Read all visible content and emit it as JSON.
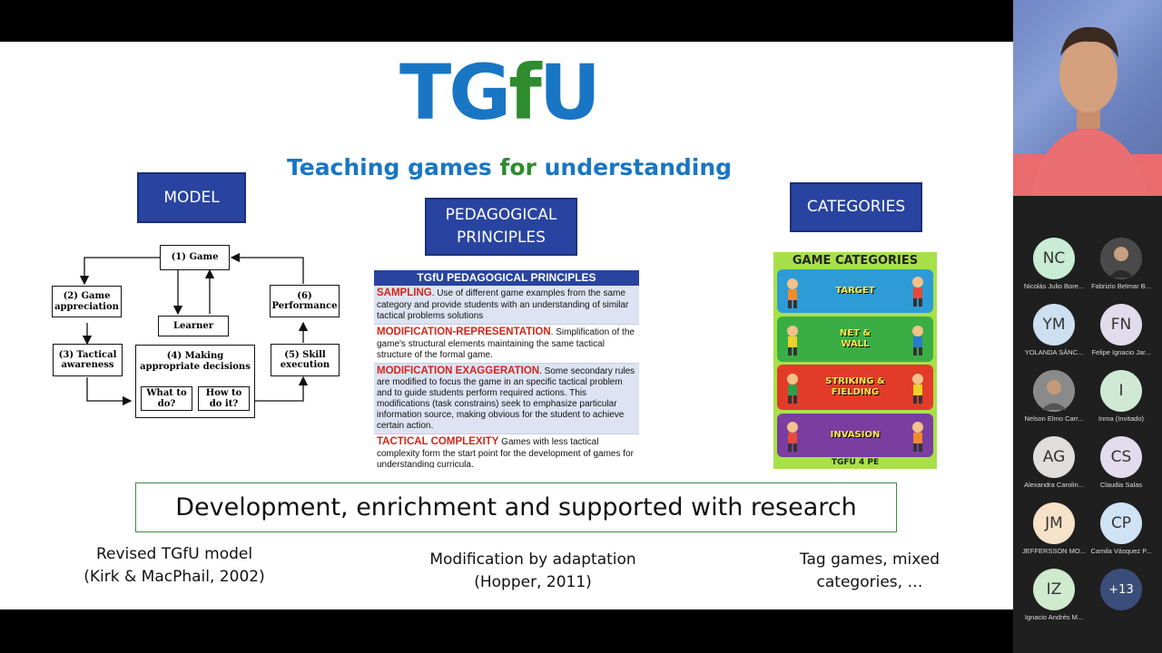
{
  "slide": {
    "logo": {
      "t1": "TG",
      "f": "f",
      "t2": "U",
      "colors": {
        "blue": "#1976c4",
        "green": "#2e8b2e"
      }
    },
    "subtitle": {
      "p1": "Teaching games ",
      "p2": "for ",
      "p3": "understanding"
    },
    "model_label": "MODEL",
    "pedagogical_label": "PEDAGOGICAL PRINCIPLES",
    "categories_label": "CATEGORIES",
    "model_diagram": {
      "game": "(1) Game",
      "appreciation": "(2) Game appreciation",
      "tactical": "(3) Tactical awareness",
      "decisions": "(4) Making appropriate decisions",
      "what": "What to do?",
      "how": "How to do it?",
      "skill": "(5) Skill execution",
      "performance": "(6) Performance",
      "learner": "Learner"
    },
    "principles": {
      "title": "TGfU PEDAGOGICAL PRINCIPLES",
      "sampling_key": "SAMPLING",
      "sampling_text": ". Use of different game examples from the same category and provide students with an understanding of similar tactical problems solutions",
      "modrep_key": "MODIFICATION-REPRESENTATION",
      "modrep_text": ". Simplification of the game's structural elements maintaining the same tactical structure of the formal game.",
      "modex_key": "MODIFICATION EXAGGERATION",
      "modex_text": ". Some secondary rules are modified to focus the game in an specific tactical problem and to guide students perform required actions. This modifications (task constrains) seek to emphasize particular information source, making obvious for the student to achieve certain action.",
      "tac_key": "TACTICAL COMPLEXITY",
      "tac_text": " Games with less tactical complexity form the start point for the development of games for understanding curricula."
    },
    "game_categories": {
      "title": "GAME CATEGORIES",
      "bands": [
        "TARGET",
        "NET & WALL",
        "STRIKING & FIELDING",
        "INVASION"
      ],
      "footer": "TGFU 4 PE",
      "band_colors": [
        "#2d9bd6",
        "#3aae45",
        "#e23b2a",
        "#7a3da0"
      ]
    },
    "research_banner": "Development, enrichment and supported with research",
    "captions": [
      {
        "l1": "Revised TGfU model",
        "l2": "(Kirk & MacPhail, 2002)"
      },
      {
        "l1": "Modification by adaptation",
        "l2": "(Hopper, 2011)"
      },
      {
        "l1": "Tag games, mixed",
        "l2": "categories, …"
      }
    ]
  },
  "participants": [
    {
      "initials": "NC",
      "name": "Nicolás Julio Bore...",
      "color": "#c8ecd4"
    },
    {
      "initials": "",
      "name": "Fabrizio Belmar B...",
      "color": "#5a5a5a",
      "photo": true
    },
    {
      "initials": "YM",
      "name": "YOLANDA SÁNC...",
      "color": "#cde0f2"
    },
    {
      "initials": "FN",
      "name": "Felipe Ignacio Jar...",
      "color": "#e0dcec"
    },
    {
      "initials": "",
      "name": "Nelson Elmo Carr...",
      "color": "#5a5a5a",
      "photo": true
    },
    {
      "initials": "I",
      "name": "Inma (Invitado)",
      "color": "#cfe9d5"
    },
    {
      "initials": "AG",
      "name": "Alexandra Carolin...",
      "color": "#e0dddd"
    },
    {
      "initials": "CS",
      "name": "Claudia Salas",
      "color": "#e2dced"
    },
    {
      "initials": "JM",
      "name": "JEFFERSSON MO...",
      "color": "#f6e2c8"
    },
    {
      "initials": "CP",
      "name": "Camila Vásquez P...",
      "color": "#cfe3f4"
    },
    {
      "initials": "IZ",
      "name": "Ignacio Andrés M...",
      "color": "#cfeacd"
    },
    {
      "initials": "+13",
      "name": "",
      "color": "#3b4d7a"
    }
  ]
}
